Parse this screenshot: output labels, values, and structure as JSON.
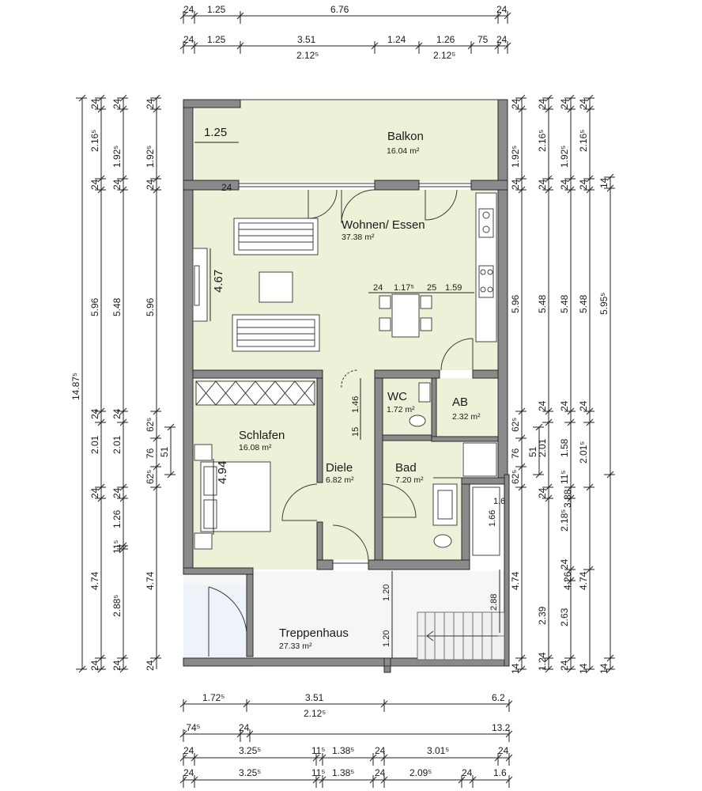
{
  "rooms": [
    {
      "id": "balkon",
      "name": "Balkon",
      "area": "16.04 m²"
    },
    {
      "id": "wohnen",
      "name": "Wohnen/ Essen",
      "area": "37.38 m²"
    },
    {
      "id": "wc",
      "name": "WC",
      "area": "1.72 m²"
    },
    {
      "id": "ab",
      "name": "AB",
      "area": "2.32 m²"
    },
    {
      "id": "schlafen",
      "name": "Schlafen",
      "area": "16.08 m²"
    },
    {
      "id": "diele",
      "name": "Diele",
      "area": "6.82 m²"
    },
    {
      "id": "bad",
      "name": "Bad",
      "area": "7.20 m²"
    },
    {
      "id": "treppenhaus",
      "name": "Treppenhaus",
      "area": "27.33 m²"
    }
  ],
  "inner_labels": {
    "balkon_depth": "1.25",
    "wohnen_width": "4.67",
    "schlafen_width": "4.94",
    "wall_24": "24",
    "table_24": "24",
    "table_1175": "1.17⁵",
    "table_25": "25",
    "table_159": "1.59",
    "diele_146": "1.46",
    "diele_15": "15",
    "stair_120a": "1.20",
    "stair_120b": "1.20",
    "stair_288": "2.88",
    "sh_16a": "1.6",
    "sh_166": "1.66"
  },
  "top_dims": {
    "row1": [
      "24",
      "1.25",
      "6.76",
      "24"
    ],
    "row2": [
      "24",
      "1.25",
      "3.51",
      "1.24",
      "1.26",
      "75",
      "24"
    ],
    "row3": [
      "2.12⁵",
      "2.12⁵"
    ]
  },
  "bottom_dims": {
    "row1": [
      "1.72⁵",
      "3.51",
      "6.2"
    ],
    "row2": [
      "2.12⁵"
    ],
    "row3": [
      ".74⁵",
      "24",
      "13.2"
    ],
    "row4": [
      "24",
      "3.25⁵",
      "11⁵",
      "1.38⁵",
      "24",
      "3.01⁵",
      "24"
    ],
    "row5": [
      "24",
      "3.25⁵",
      "11⁵",
      "1.38⁵",
      "24",
      "2.09⁵",
      "24",
      "1.6"
    ]
  },
  "left_dims": {
    "col1": [
      "14.87⁵"
    ],
    "col2": [
      "24",
      "2.16⁵",
      "24",
      "5.96",
      "24",
      "2.01",
      "24",
      "4.74",
      "24"
    ],
    "col3": [
      "24",
      "1.92⁵",
      "24",
      "5.48",
      "24",
      "2.01",
      "24",
      "1.26",
      "11⁵",
      "2.88⁵",
      "24"
    ],
    "col4": [
      "24",
      "1.92⁵",
      "24",
      "5.96",
      "62⁵",
      "76",
      "62⁵",
      "4.74",
      "24"
    ],
    "col5": [
      "51"
    ]
  },
  "right_dims": {
    "col1": [
      "24",
      "1.92⁵",
      "24",
      "5.96",
      "62⁵",
      "76",
      "62⁵",
      "4.74",
      "14"
    ],
    "col2": [
      "51"
    ],
    "col3": [
      "24",
      "2.16⁵",
      "24",
      "5.48",
      "24",
      "2.01",
      "24",
      "3.88",
      "4.26",
      "24",
      "2.39",
      "1.24",
      "24"
    ],
    "col4": [
      "24",
      "1.92⁵",
      "24",
      "5.48",
      "24",
      "1.58",
      "11⁵",
      "2.18⁵",
      "24",
      "2.63",
      "24"
    ],
    "col5": [
      "24",
      "2.16⁵",
      "24",
      "5.48",
      "24",
      "2.01⁵",
      "4.74",
      "14"
    ],
    "col6": [
      "14",
      "5.95⁵",
      "14"
    ]
  }
}
